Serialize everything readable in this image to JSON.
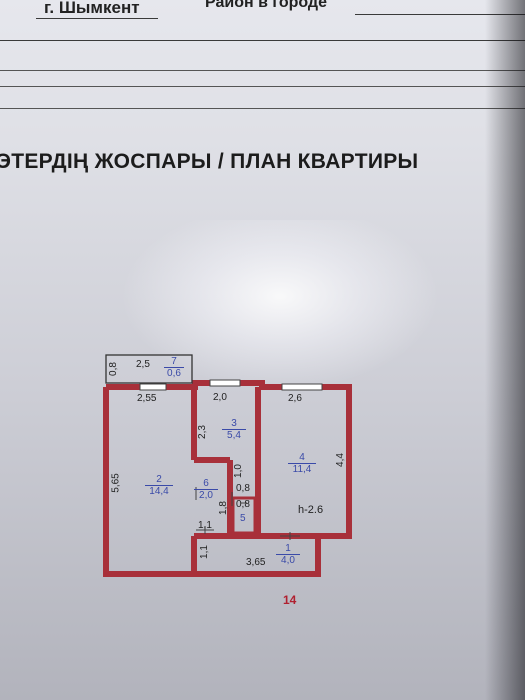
{
  "header": {
    "city": "г. Шымкент",
    "district_label": "Район в городе"
  },
  "title": "ЭТЕРДІҢ ЖОСПАРЫ / ПЛАН КВАРТИРЫ",
  "plan": {
    "dims": {
      "balcony_width": "0,8",
      "balcony_length": "2,5",
      "room2_top": "2,55",
      "room3_top": "2,0",
      "room4_top": "2,6",
      "room2_side": "5,65",
      "room3_side": "2,3",
      "room4_side": "4,4",
      "corridor_side": "1,8",
      "wc_top": "0,8",
      "wc_side": "1,0",
      "wc_bottom": "0,8",
      "hall_door": "1,1",
      "hall_side": "1,1",
      "hall_length": "3,65"
    },
    "rooms": [
      {
        "number": "7",
        "area": "0,6"
      },
      {
        "number": "3",
        "area": "5,4"
      },
      {
        "number": "2",
        "area": "14,4"
      },
      {
        "number": "6",
        "area": "2,0"
      },
      {
        "number": "4",
        "area": "11,4"
      },
      {
        "number": "1",
        "area": "4,0"
      }
    ],
    "room5_number": "5",
    "height": "h-2.6",
    "sheet_number": "14"
  }
}
